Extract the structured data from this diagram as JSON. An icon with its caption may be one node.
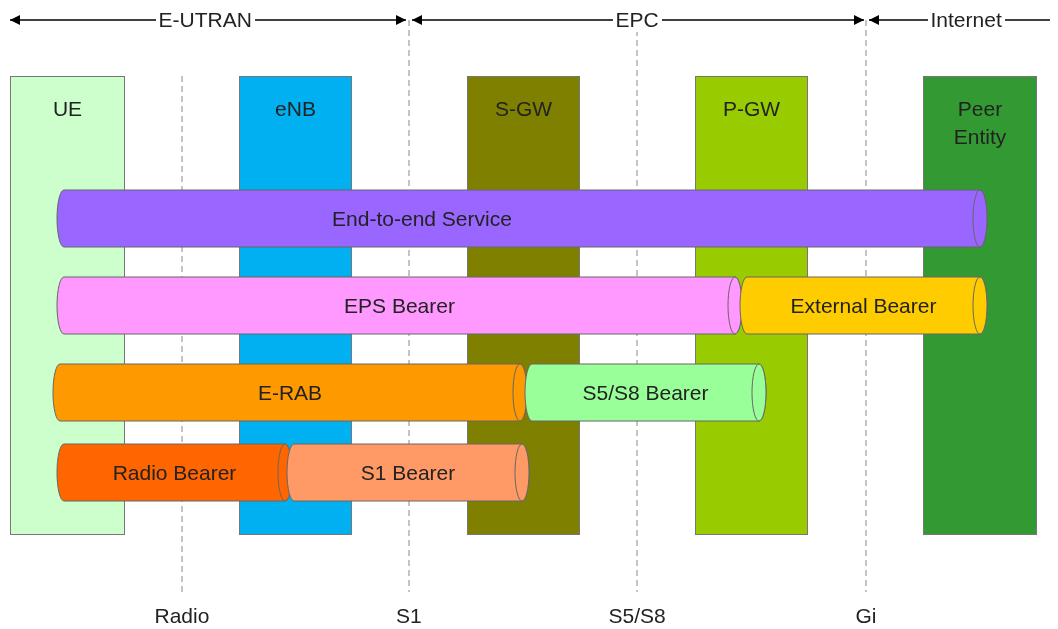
{
  "diagram": {
    "nodes": [
      {
        "text": [
          "UE"
        ]
      },
      {
        "text": [
          "eNB"
        ]
      },
      {
        "text": [
          "S-GW"
        ]
      },
      {
        "text": [
          "P-GW"
        ]
      },
      {
        "text": [
          "Peer Entity"
        ]
      },
      {
        "text": [
          "End-to-end Service"
        ]
      },
      {
        "text": [
          "EPS Bearer"
        ]
      },
      {
        "text": [
          "External Bearer"
        ]
      },
      {
        "text": [
          "E-RAB"
        ]
      },
      {
        "text": [
          "S5/S8 Bearer"
        ]
      },
      {
        "text": [
          "Radio Bearer"
        ]
      },
      {
        "text": [
          "S1 Bearer"
        ]
      }
    ],
    "labels": [
      "E-UTRAN",
      "EPC",
      "Internet",
      "Radio",
      "S1",
      "S5/S8",
      "Gi"
    ]
  }
}
